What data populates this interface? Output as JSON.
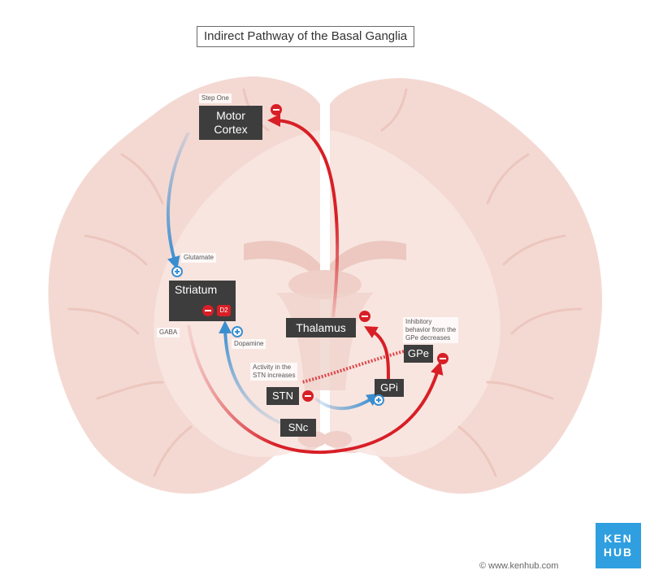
{
  "title": "Indirect Pathway of the Basal Ganglia",
  "nodes": {
    "motor_cortex": "Motor\nCortex",
    "striatum": "Striatum",
    "thalamus": "Thalamus",
    "gpe": "GPe",
    "gpi": "GPi",
    "stn": "STN",
    "snc": "SNc",
    "d2_receptor": "D2"
  },
  "captions": {
    "step_one": "Step One",
    "glutamate": "Glutamate",
    "gaba": "GABA",
    "dopamine": "Dopamine",
    "stn_activity": "Activity in the\nSTN increases",
    "gpe_inhibitory": "Inhibitory\nbehavior from the\nGPe decreases"
  },
  "colors": {
    "excitatory": "#3a8ed0",
    "inhibitory": "#d81f26",
    "box": "#3d3d3d",
    "brain": "#f4d9d3"
  },
  "logo": {
    "line1": "KEN",
    "line2": "HUB"
  },
  "credit": "© www.kenhub.com"
}
